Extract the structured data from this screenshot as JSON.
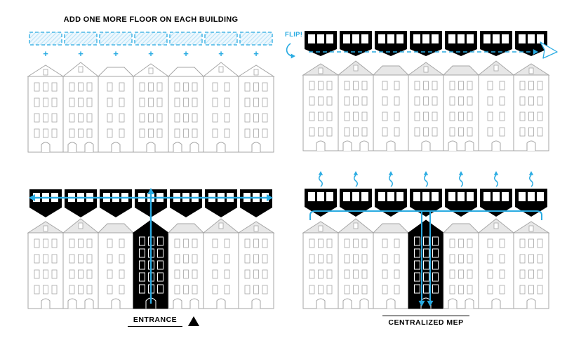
{
  "colors": {
    "blue": "#29abe2",
    "black": "#000000",
    "white": "#ffffff",
    "outline": "#a6a6a6",
    "roof_shade": "#e7e7e7",
    "strip_fill": "#eef8fe",
    "strip_hatch": "#bfe5f7"
  },
  "layout_counts": {
    "buildings_per_row": 7,
    "highlighted_building_index": 3
  },
  "panels": {
    "p1": {
      "title": "ADD ONE MORE FLOOR ON EACH BUILDING",
      "plus_symbol": "+"
    },
    "p2": {
      "flip_label": "FLIP!"
    },
    "p3": {
      "label": "ENTRANCE"
    },
    "p4": {
      "label": "CENTRALIZED MEP"
    }
  }
}
